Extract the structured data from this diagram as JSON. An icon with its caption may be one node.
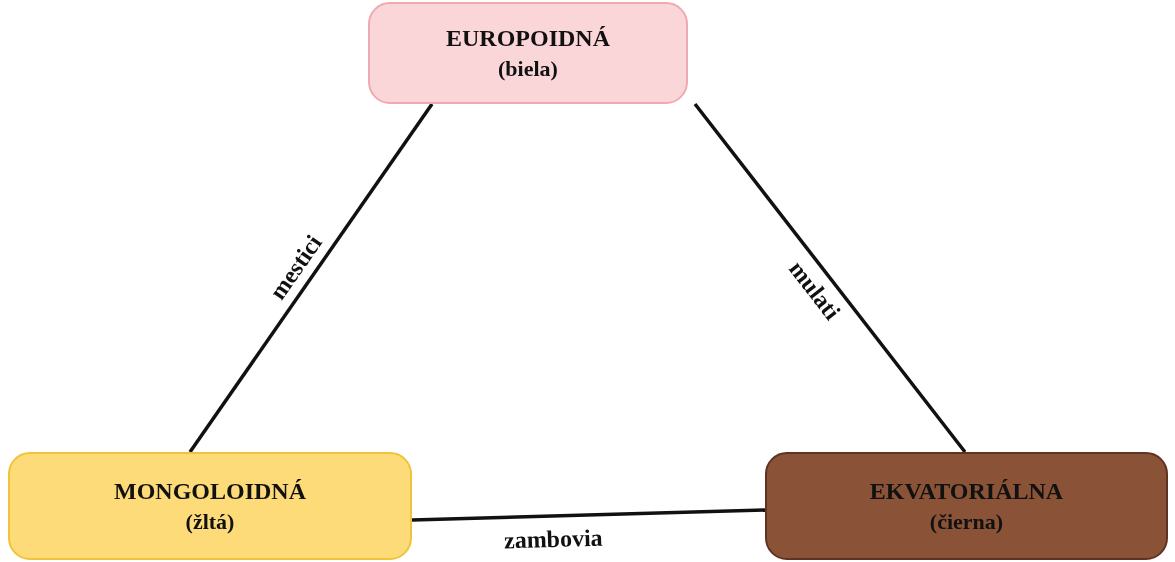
{
  "diagram": {
    "nodes": [
      {
        "text": [
          "EUROPOIDNÁ",
          "(biela)"
        ]
      },
      {
        "text": [
          "MONGOLOIDNÁ",
          "(žltá)"
        ]
      },
      {
        "text": [
          "EKVATORIÁLNA",
          "(čierna)"
        ]
      }
    ],
    "edges": [
      {
        "from": 0,
        "to": 1,
        "arrow": "none",
        "label": "mestici"
      },
      {
        "from": 0,
        "to": 2,
        "arrow": "none",
        "label": "mulati"
      },
      {
        "from": 1,
        "to": 2,
        "arrow": "none",
        "label": "zambovia"
      }
    ]
  }
}
